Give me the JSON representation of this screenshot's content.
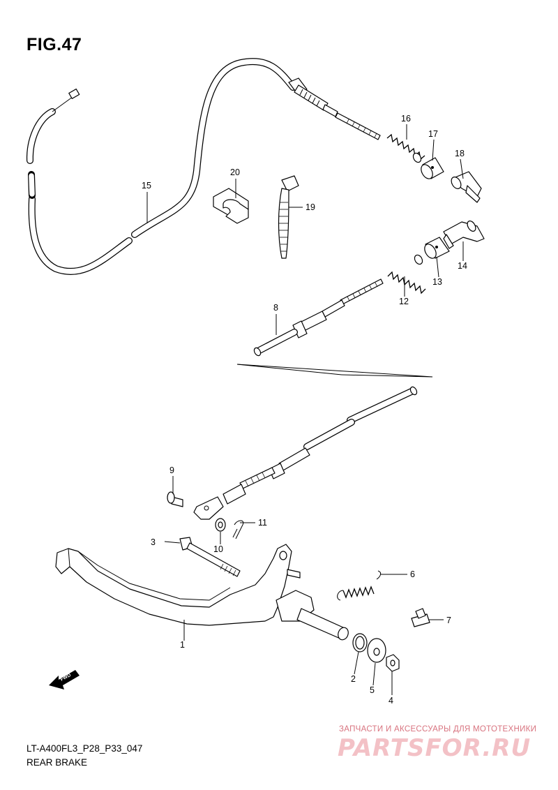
{
  "figure": {
    "title": "FIG.47",
    "model_code": "LT-A400FL3_P28_P33_047",
    "section": "REAR BRAKE"
  },
  "watermark": {
    "line1": "ЗАПЧАСТИ И АКСЕССУАРЫ ДЛЯ МОТОТЕХНИКИ",
    "logo": "PARTSFOR.RU"
  },
  "direction_badge": "FWD",
  "parts": [
    {
      "id": "1",
      "label": "1"
    },
    {
      "id": "2",
      "label": "2"
    },
    {
      "id": "3",
      "label": "3"
    },
    {
      "id": "4",
      "label": "4"
    },
    {
      "id": "5",
      "label": "5"
    },
    {
      "id": "6",
      "label": "6"
    },
    {
      "id": "7",
      "label": "7"
    },
    {
      "id": "8",
      "label": "8"
    },
    {
      "id": "9",
      "label": "9"
    },
    {
      "id": "10",
      "label": "10"
    },
    {
      "id": "11",
      "label": "11"
    },
    {
      "id": "12",
      "label": "12"
    },
    {
      "id": "13",
      "label": "13"
    },
    {
      "id": "14",
      "label": "14"
    },
    {
      "id": "15",
      "label": "15"
    },
    {
      "id": "16",
      "label": "16"
    },
    {
      "id": "17",
      "label": "17"
    },
    {
      "id": "18",
      "label": "18"
    },
    {
      "id": "19",
      "label": "19"
    },
    {
      "id": "20",
      "label": "20"
    }
  ]
}
